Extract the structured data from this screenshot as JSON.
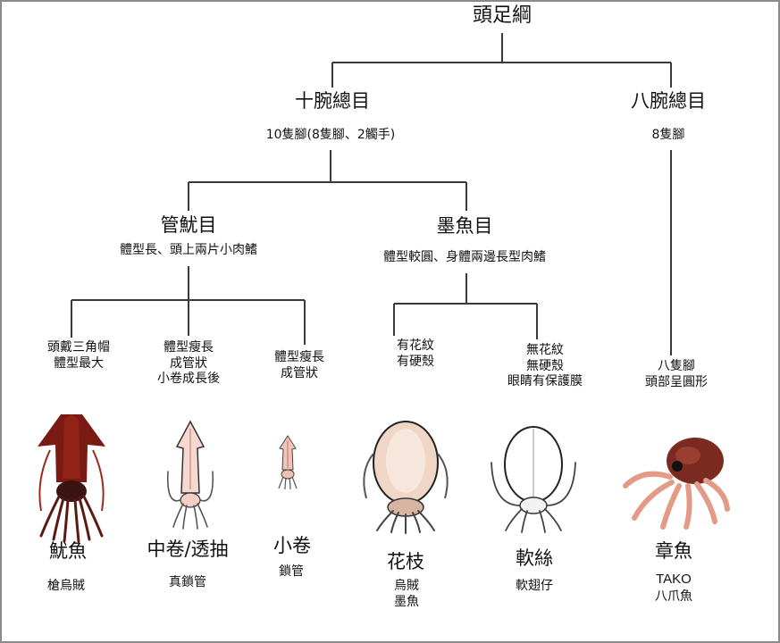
{
  "root": {
    "title": "頭足綱"
  },
  "orders": {
    "decapod": {
      "title": "十腕總目",
      "desc": "10隻腳(8隻腳、2觸手)"
    },
    "octopod": {
      "title": "八腕總目",
      "desc": "8隻腳"
    }
  },
  "groups": {
    "teuthida": {
      "title": "管魷目",
      "desc": "體型長、頭上兩片小肉鰭"
    },
    "sepiida": {
      "title": "墨魚目",
      "desc": "體型較圓、身體兩邊長型肉鰭"
    }
  },
  "traits": {
    "squid": [
      "頭戴三角帽",
      "體型最大"
    ],
    "mid": [
      "體型瘦長",
      "成管狀",
      "小卷成長後"
    ],
    "small": [
      "體型瘦長",
      "成管狀"
    ],
    "cuttle": [
      "有花紋",
      "有硬殼"
    ],
    "bobtail": [
      "無花紋",
      "無硬殼",
      "眼睛有保護膜"
    ],
    "octopus": [
      "八隻腳",
      "頭部呈圓形"
    ]
  },
  "animals": {
    "squid": {
      "name": "魷魚",
      "alias": [
        "槍烏賊"
      ]
    },
    "mid": {
      "name": "中卷/透抽",
      "alias": [
        "真鎖管"
      ]
    },
    "small": {
      "name": "小卷",
      "alias": [
        "鎖管"
      ]
    },
    "cuttle": {
      "name": "花枝",
      "alias": [
        "烏賊",
        "墨魚"
      ]
    },
    "bobtail": {
      "name": "軟絲",
      "alias": [
        "軟翅仔"
      ]
    },
    "octopus": {
      "name": "章魚",
      "alias": [
        "TAKO",
        "八爪魚"
      ]
    }
  },
  "colors": {
    "line": "#3a3a3a",
    "squid": "#7a1a12",
    "pale_squid": "#f6d8d0",
    "cuttle": "#efd6c6",
    "octopus": "#e39a86"
  }
}
